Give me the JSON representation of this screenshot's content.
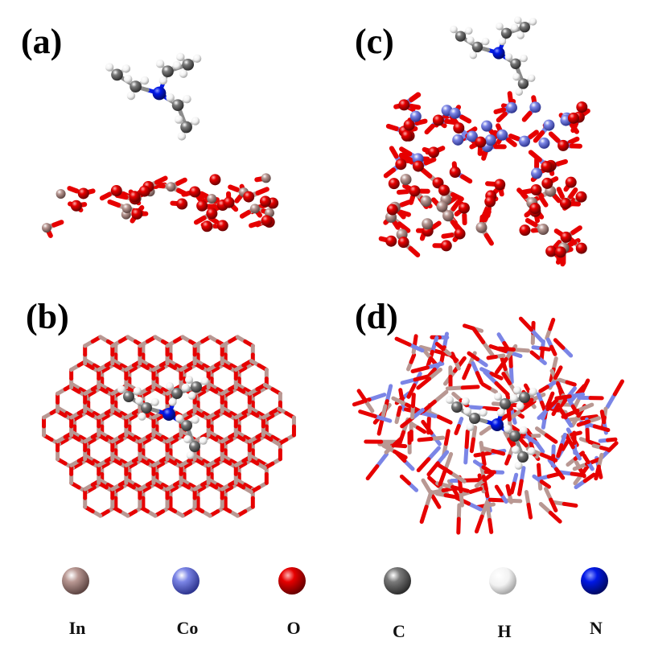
{
  "panels": [
    {
      "id": "a",
      "label": "(a)"
    },
    {
      "id": "b",
      "label": "(b)"
    },
    {
      "id": "c",
      "label": "(c)"
    },
    {
      "id": "d",
      "label": "(d)"
    }
  ],
  "legend": [
    {
      "label": "In",
      "color": "#b99893"
    },
    {
      "label": "Co",
      "color": "#7b85e6"
    },
    {
      "label": "O",
      "color": "#e60000"
    },
    {
      "label": "C",
      "color": "#7a7a7a"
    },
    {
      "label": "H",
      "color": "#f2f2f2"
    },
    {
      "label": "N",
      "color": "#0018e6"
    }
  ],
  "element_colors": {
    "In": "#b99893",
    "Co": "#7b85e6",
    "O": "#e60000",
    "C": "#7a7a7a",
    "H": "#f2f2f2",
    "N": "#0018e6",
    "bond_C": "#8c8c8c"
  }
}
